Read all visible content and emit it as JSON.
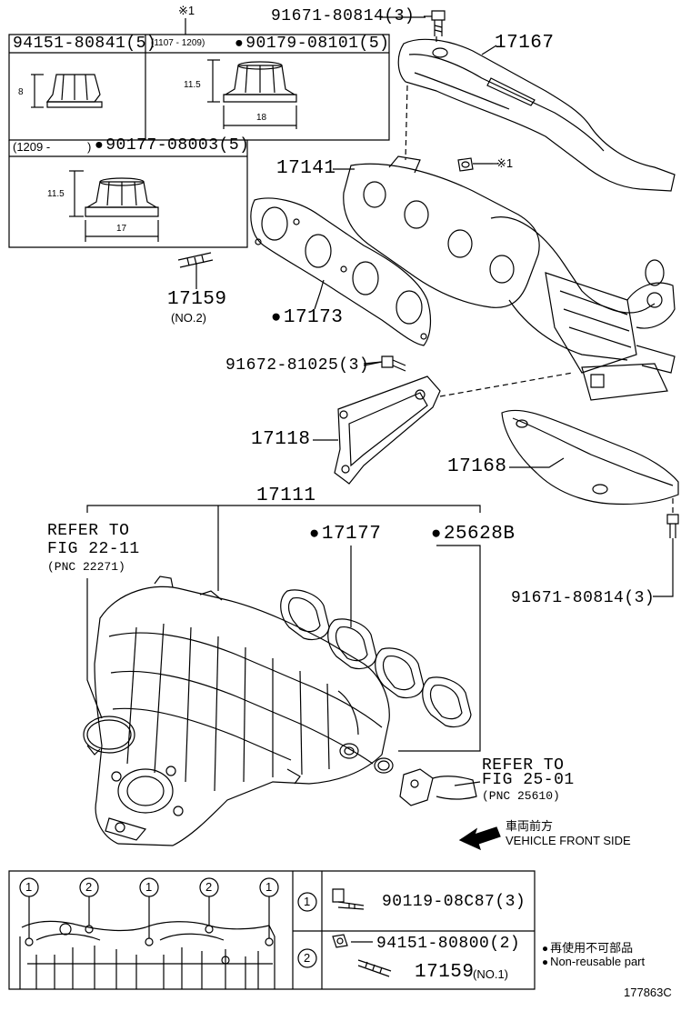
{
  "diagram": {
    "figure_code": "177863C",
    "fastener_table": {
      "mark_note": "※1",
      "nut_a_part": "94151-80841(5)",
      "nut_a_dim_height": "8",
      "nut_b_range": "(1107 - 1209)",
      "nut_b_part": "90179-08101(5)",
      "nut_b_dim_height": "11.5",
      "nut_b_dim_width": "18",
      "nut_c_range": "(1209 -",
      "nut_c_close": ")",
      "nut_c_part": "90177-08003(5)",
      "nut_c_dim_height": "11.5",
      "nut_c_dim_width": "17"
    },
    "parts": {
      "bolt_top": "91671-80814(3)",
      "heat_insulator_upper": "17167",
      "exhaust_manifold": "17141",
      "nut_mark": "※1",
      "stud": "17159",
      "stud_note": "(NO.2)",
      "gasket_exhaust": "17173",
      "bolt_stay": "91672-81025(3)",
      "stay": "17118",
      "heat_insulator_lower": "17168",
      "intake_manifold": "17111",
      "gasket_intake": "17177",
      "gasket_pcv": "25628B",
      "bolt_lower": "91671-80814(3)"
    },
    "references": {
      "ref1_line1": "REFER TO",
      "ref1_line2": "FIG 22-11",
      "ref1_line3": "(PNC 22271)",
      "ref2_line1": "REFER TO",
      "ref2_line2": "FIG 25-01",
      "ref2_line3": "(PNC 25610)"
    },
    "direction": {
      "japanese": "車両前方",
      "english": "VEHICLE FRONT SIDE"
    },
    "callout_box": {
      "markers": [
        "1",
        "2",
        "1",
        "2",
        "1"
      ],
      "item1_marker": "1",
      "item1_part": "90119-08C87(3)",
      "item2_marker": "2",
      "item2_part_a": "94151-80800(2)",
      "item2_part_b": "17159",
      "item2_part_b_note": "(NO.1)"
    },
    "legend": {
      "japanese": "再使用不可部品",
      "english": "Non-reusable part"
    }
  }
}
